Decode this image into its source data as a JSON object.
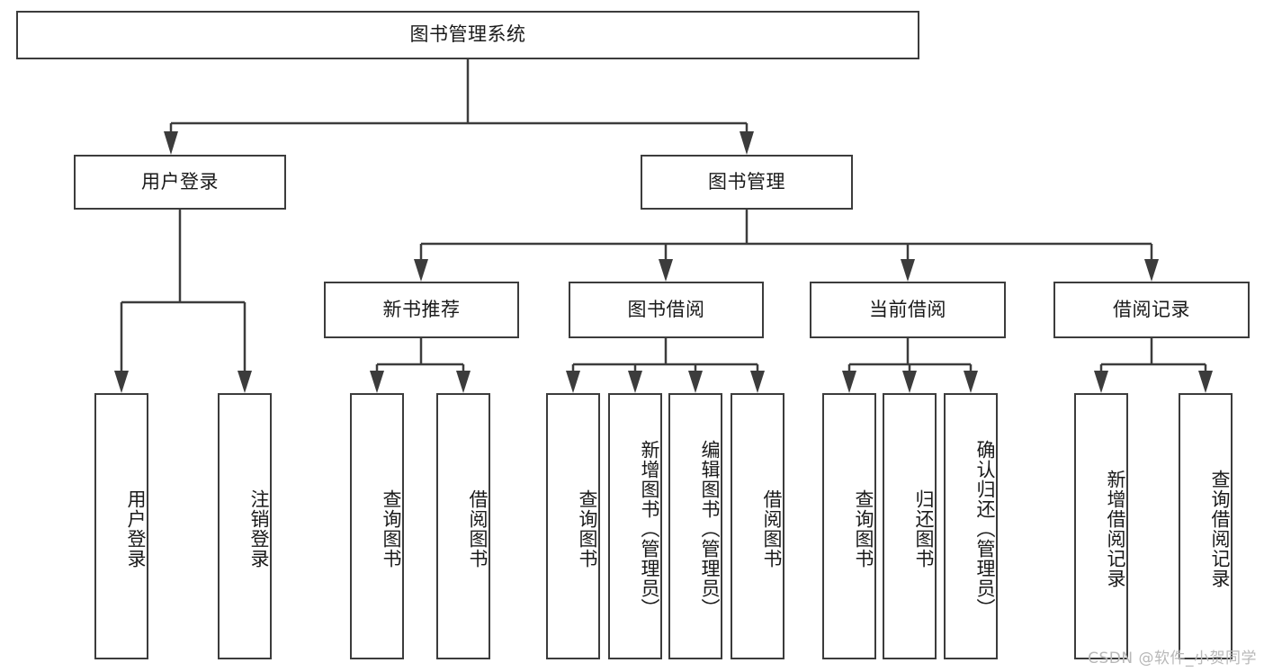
{
  "diagram": {
    "title_node": {
      "label": "图书管理系统"
    },
    "level1": [
      {
        "label": "用户登录"
      },
      {
        "label": "图书管理"
      }
    ],
    "level2": [
      {
        "label": "新书推荐"
      },
      {
        "label": "图书借阅"
      },
      {
        "label": "当前借阅"
      },
      {
        "label": "借阅记录"
      }
    ],
    "leaves": {
      "user_login": [
        {
          "label": "用户登录"
        },
        {
          "label": "注销登录"
        }
      ],
      "new_book_recommend": [
        {
          "label": "查询图书"
        },
        {
          "label": "借阅图书"
        }
      ],
      "book_borrow": [
        {
          "label": "查询图书"
        },
        {
          "label": "新增图书（管理员）"
        },
        {
          "label": "编辑图书（管理员）"
        },
        {
          "label": "借阅图书"
        }
      ],
      "current_borrow": [
        {
          "label": "查询图书"
        },
        {
          "label": "归还图书"
        },
        {
          "label": "确认归还（管理员）"
        }
      ],
      "borrow_record": [
        {
          "label": "新增借阅记录"
        },
        {
          "label": "查询借阅记录"
        }
      ]
    }
  },
  "watermark": {
    "text": "CSDN @软件_小贺同学"
  },
  "colors": {
    "stroke": "#3c3c3c",
    "background": "#ffffff",
    "text": "#1a1a1a",
    "watermark": "#b8b8b8"
  }
}
